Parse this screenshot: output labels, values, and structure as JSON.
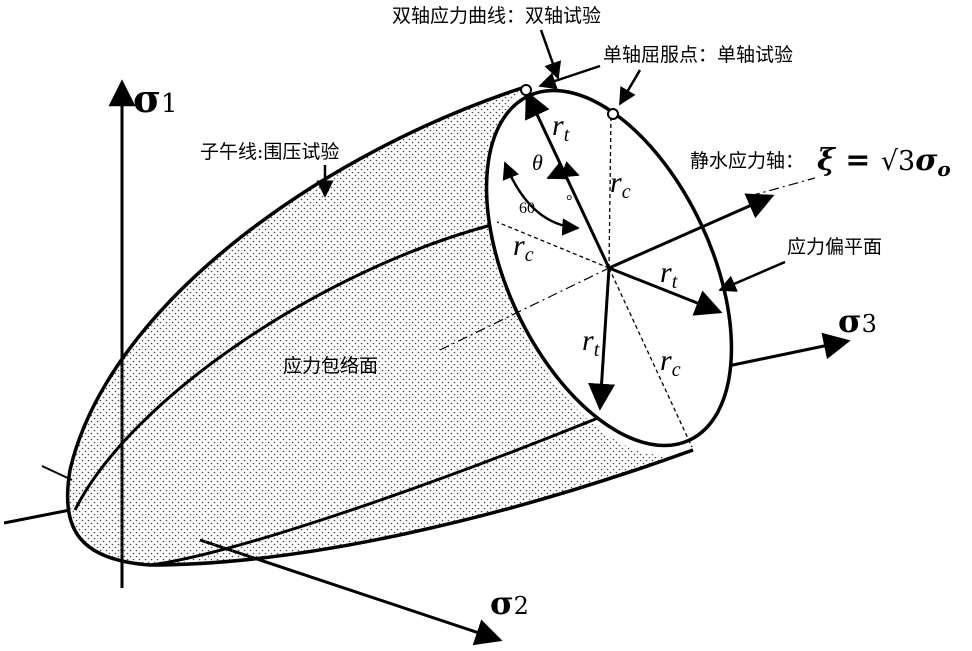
{
  "axes": {
    "sigma1": {
      "symbol": "σ",
      "subscript": "1"
    },
    "sigma2": {
      "symbol": "σ",
      "subscript": "2"
    },
    "sigma3": {
      "symbol": "σ",
      "subscript": "3"
    }
  },
  "labels": {
    "biaxial_curve": "双轴应力曲线：双轴试验",
    "uniaxial_yield": "单轴屈服点：单轴试验",
    "meridian": "子午线:围压试验",
    "hydrostatic_axis_text": "静水应力轴：",
    "hydrostatic_xi": "ξ",
    "hydrostatic_equals": " = ",
    "hydrostatic_sqrt": "√3",
    "hydrostatic_sigma": "σ",
    "hydrostatic_sub": "o",
    "deviatoric_plane": "应力偏平面",
    "envelope": "应力包络面",
    "theta": "θ",
    "angle_60": "60",
    "degree": "°"
  },
  "radius_labels": {
    "r_letter": "r",
    "t_sub": "t",
    "c_sub": "c"
  }
}
